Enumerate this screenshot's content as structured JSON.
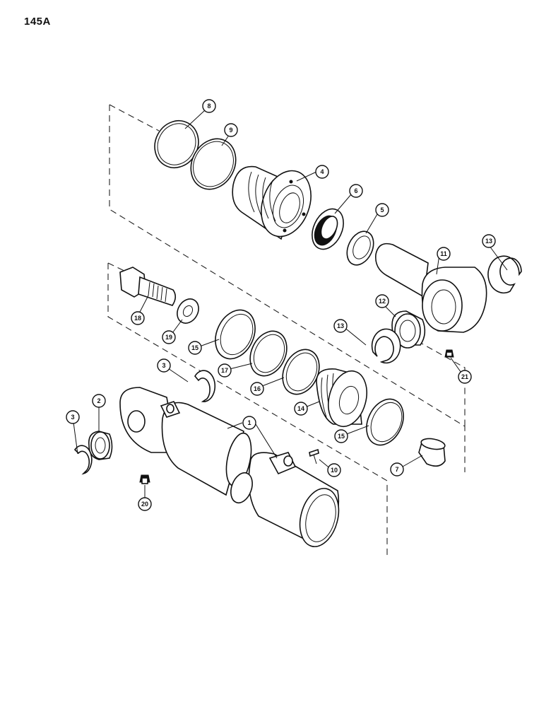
{
  "page": {
    "number": "145A"
  },
  "callouts": [
    "1",
    "2",
    "3",
    "4",
    "5",
    "6",
    "7",
    "8",
    "9",
    "10",
    "11",
    "12",
    "13",
    "14",
    "15",
    "16",
    "17",
    "18",
    "19",
    "20",
    "21"
  ]
}
